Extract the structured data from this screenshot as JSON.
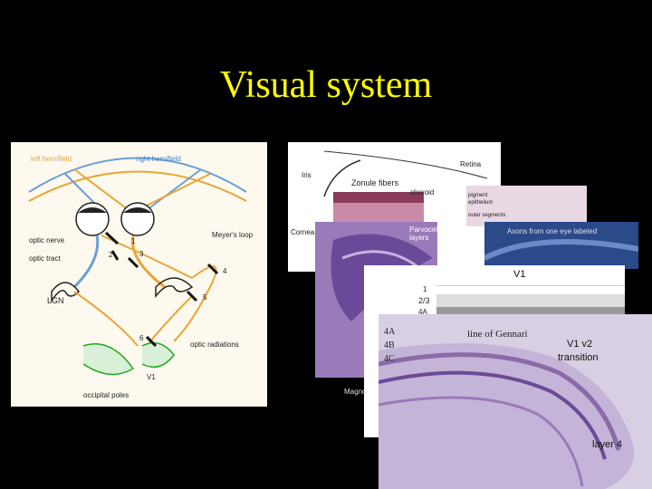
{
  "slide": {
    "title": "Visual system",
    "title_color": "#ffff00",
    "background": "#000000"
  },
  "diagram": {
    "left_hemifield": "left hemifield",
    "right_hemifield": "right hemifield",
    "optic_nerve": "optic nerve",
    "optic_tract": "optic tract",
    "meyers_loop": "Meyer's loop",
    "lgn": "LGN",
    "optic_radiations": "optic radiations",
    "v1": "V1",
    "occipital_poles": "occipital poles",
    "numbers": [
      "1",
      "2",
      "3",
      "4",
      "5",
      "6"
    ]
  },
  "eye_section": {
    "iris": "Iris",
    "zonule_fibers": "Zonule fibers",
    "retina": "Retina",
    "choroid": "choroid",
    "pigment": "pigment",
    "epithelium": "epithelium",
    "outer_segments": "outer segments",
    "cornea": "Cornea"
  },
  "retina_slide": {
    "label": "Parvocellular",
    "layers": "layers",
    "magno": "Magno"
  },
  "blue_slide": {
    "label": "Axons from one eye labeled"
  },
  "layers_slide": {
    "title": "V1",
    "layers": [
      "1",
      "2/3",
      "4A"
    ]
  },
  "cortex_slide": {
    "layer_4a": "4A",
    "layer_4b": "4B",
    "layer_4c": "4C",
    "gennari": "line of Gennari",
    "v1v2": "V1  v2",
    "transition": "transition",
    "layer4": "layer 4"
  }
}
